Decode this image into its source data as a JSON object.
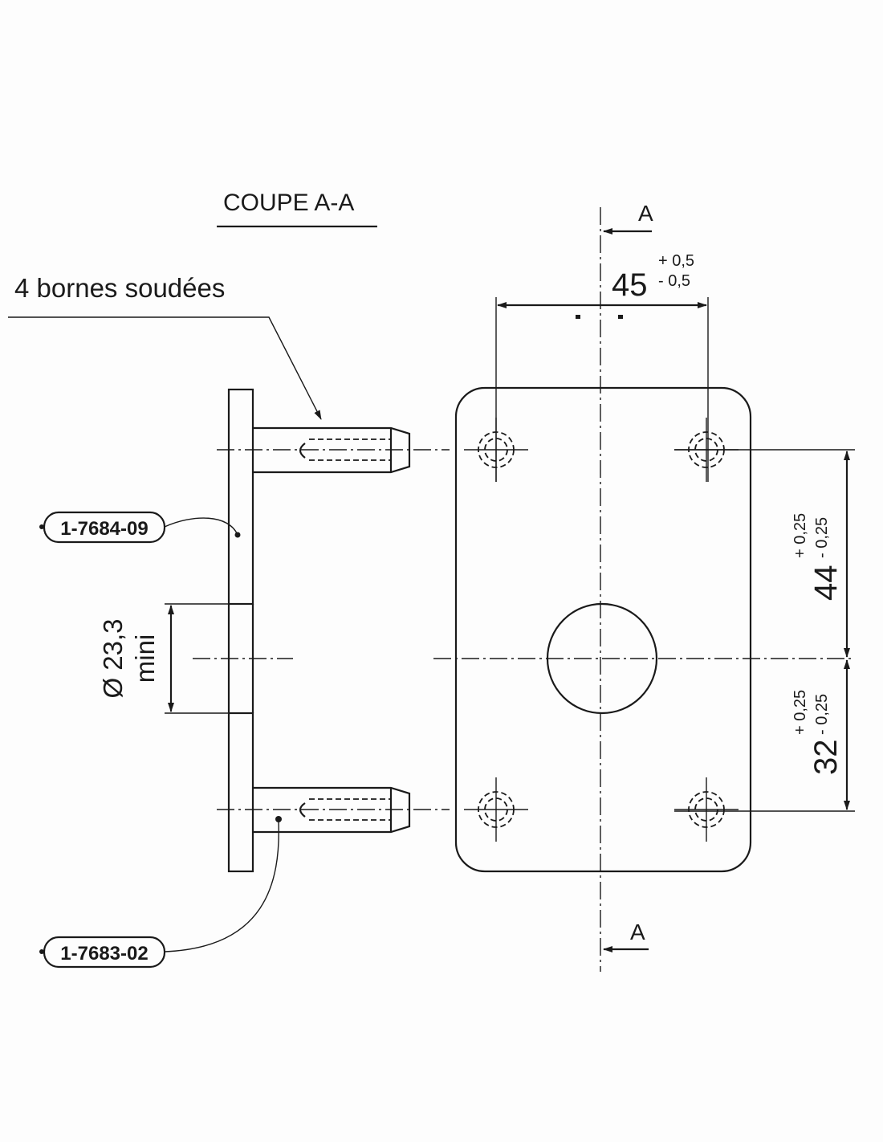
{
  "title": "COUPE A-A",
  "leader_label": "4 bornes soudées",
  "part_refs": [
    "1-7684-09",
    "1-7683-02"
  ],
  "section_marker": "A",
  "dimensions": {
    "width": {
      "nominal": "45",
      "upper": "+ 0,5",
      "lower": "- 0,5"
    },
    "upper_height": {
      "nominal": "44",
      "upper": "+ 0,25",
      "lower": "- 0,25"
    },
    "lower_height": {
      "nominal": "32",
      "upper": "+ 0,25",
      "lower": "- 0,25"
    },
    "hole": {
      "nominal": "Ø 23,3",
      "note": "mini"
    }
  }
}
